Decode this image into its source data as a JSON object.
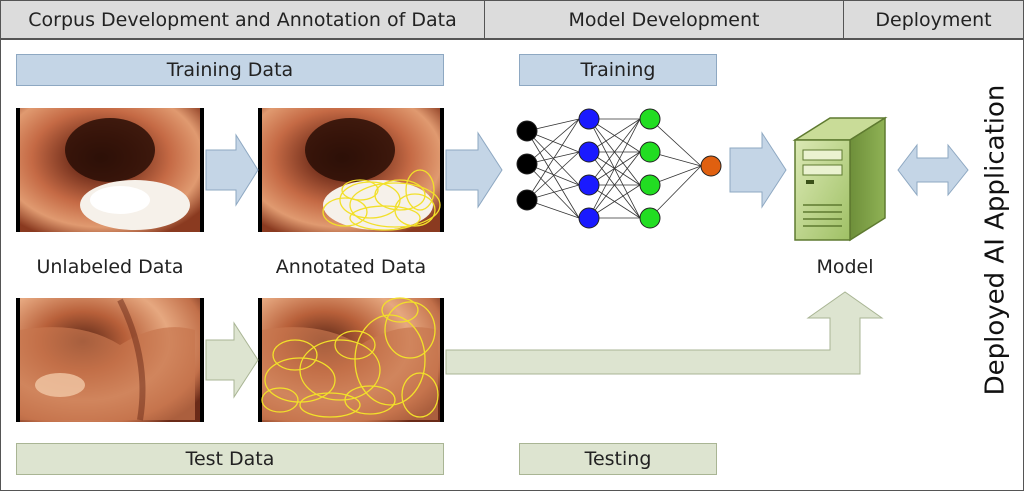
{
  "header": {
    "section1": "Corpus Development and Annotation of Data",
    "section2": "Model Development",
    "section3": "Deployment"
  },
  "training_data_label": "Training Data",
  "training_label": "Training",
  "test_data_label": "Test Data",
  "testing_label": "Testing",
  "unlabeled_caption": "Unlabeled Data",
  "annotated_caption": "Annotated Data",
  "model_caption": "Model",
  "deployed_label": "Deployed AI Application",
  "colors": {
    "blue_arrow": "#c4d5e6",
    "green_arrow": "#dde4d0",
    "input_node": "#000000",
    "hidden1_node": "#1a1aff",
    "hidden2_node": "#22dd22",
    "output_node": "#e06010",
    "annotation": "#f2e02a"
  }
}
